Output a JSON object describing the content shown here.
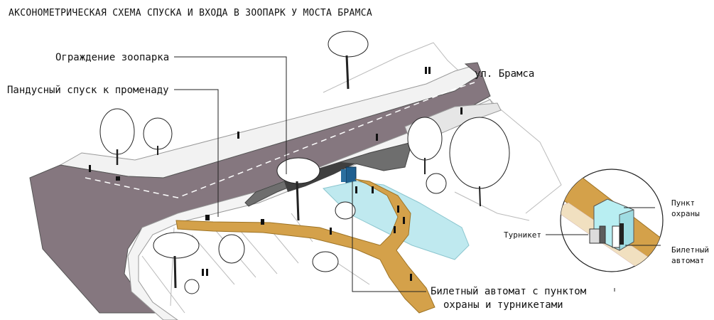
{
  "title": "АКСОНОМЕТРИЧЕСКАЯ СХЕМА СПУСКА И ВХОДА В ЗООПАРК У МОСТА БРАМСА",
  "labels": {
    "fence": "Ограждение зоопарка",
    "ramp": "Пандусный спуск к променаду",
    "street": "ул. Брамса",
    "ticket_line1": "Билетный автомат с пунктом",
    "ticket_line2": "охраны и турникетами"
  },
  "detail": {
    "guard_line1": "Пункт",
    "guard_line2": "охраны",
    "turnstile": "Турникет",
    "machine_line1": "Билетный",
    "machine_line2": "автомат"
  },
  "colors": {
    "road": "#85777f",
    "path": "#d4a14a",
    "water": "#bfe9ef",
    "guard_box": "#b8eef2",
    "bridge_shadow": "#6e6e6e"
  }
}
